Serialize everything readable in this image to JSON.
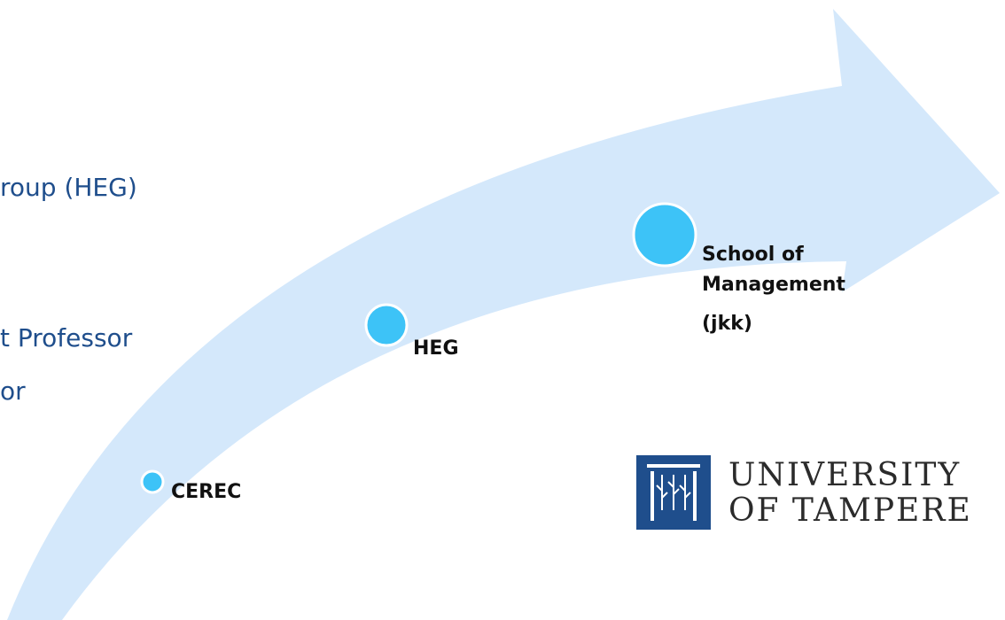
{
  "left_text": {
    "line1": "roup (HEG)",
    "line2": "t Professor",
    "line3": "or"
  },
  "nodes": {
    "cerec": "CEREC",
    "heg": "HEG",
    "school_line1": "School of",
    "school_line2": "Management",
    "school_line3": "(jkk)"
  },
  "logo": {
    "line1": "UNIVERSITY",
    "line2": "OF TAMPERE"
  },
  "bottom_fragment": "",
  "colors": {
    "arrow": "#d4e8fb",
    "node": "#3dc3f7",
    "side_text": "#1f4e8c",
    "logo_blue": "#1f4e8c"
  }
}
